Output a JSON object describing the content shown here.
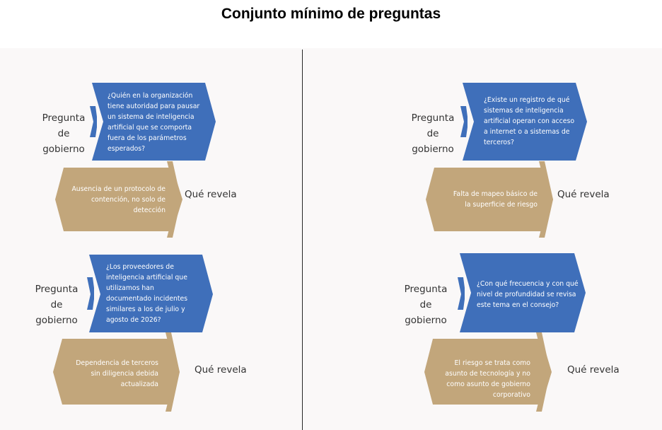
{
  "title": "Conjunto mínimo de preguntas",
  "colors": {
    "blue": "#3f6fba",
    "tan": "#c2a67b",
    "panel": "#faf8f8"
  },
  "labels": {
    "question": "Pregunta de gobierno",
    "reveals": "Qué revela"
  },
  "items": [
    {
      "question": "¿Quién en la organización tiene autoridad para pausar un sistema de inteligencia artificial que se comporta fuera de los parámetros esperados?",
      "reveals": "Ausencia de un protocolo de contención, no solo de detección"
    },
    {
      "question": "¿Los proveedores de inteligencia artificial que utilizamos han documentado incidentes similares a los de julio y agosto de 2026?",
      "reveals": "Dependencia de terceros sin diligencia debida actualizada"
    },
    {
      "question": "¿Existe un registro de qué sistemas de inteligencia artificial operan con acceso a internet o a sistemas de terceros?",
      "reveals": "Falta de mapeo básico de la superficie de riesgo"
    },
    {
      "question": "¿Con qué frecuencia y con qué nivel de profundidad se revisa este tema en el consejo?",
      "reveals": "El riesgo se trata como asunto de tecnología y no como asunto de gobierno corporativo"
    }
  ]
}
